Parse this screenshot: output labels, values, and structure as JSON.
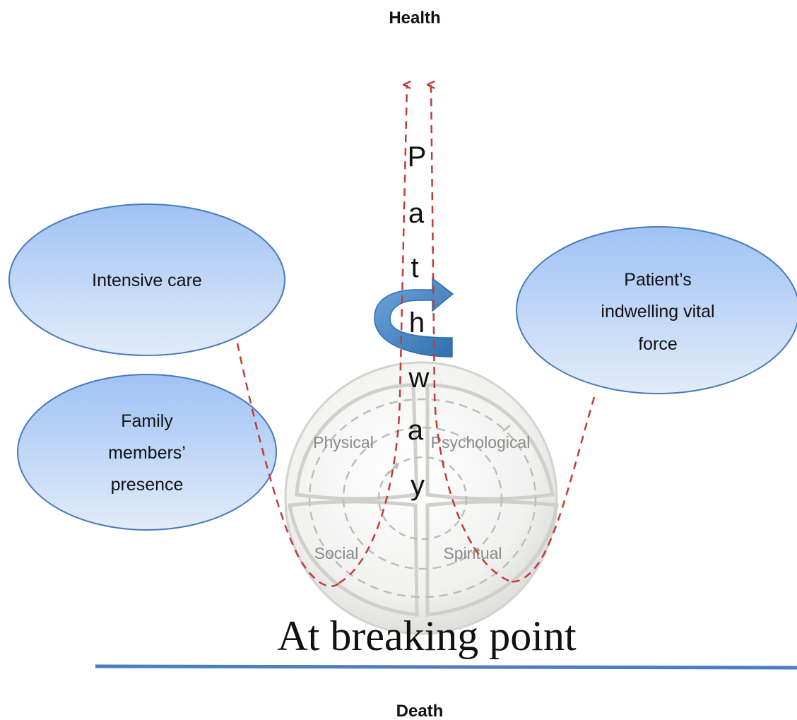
{
  "top_label": "Health",
  "bottom_label": "Death",
  "baseline_label": "At breaking point",
  "pathway_letters": [
    "P",
    "a",
    "t",
    "h",
    "w",
    "a",
    "y"
  ],
  "ellipses": {
    "intensive_care": {
      "lines": [
        "Intensive care"
      ]
    },
    "family_presence": {
      "lines": [
        "Family",
        "members’",
        "presence"
      ]
    },
    "vital_force": {
      "lines": [
        "Patient’s",
        "indwelling vital",
        "force"
      ]
    }
  },
  "quadrants": {
    "physical": "Physical",
    "psychological": "Psychological",
    "social": "Social",
    "spiritual": "Spiritual"
  },
  "colors": {
    "ellipse_fill_top": "#9fc2f5",
    "ellipse_fill_bottom": "#dfe9f8",
    "ellipse_stroke": "#4a7ab8",
    "dashed_line": "#c23b38",
    "baseline": "#4a7fc1",
    "rotation_arrow": "#3f84c8",
    "sphere_text": "#8a8a8a"
  }
}
